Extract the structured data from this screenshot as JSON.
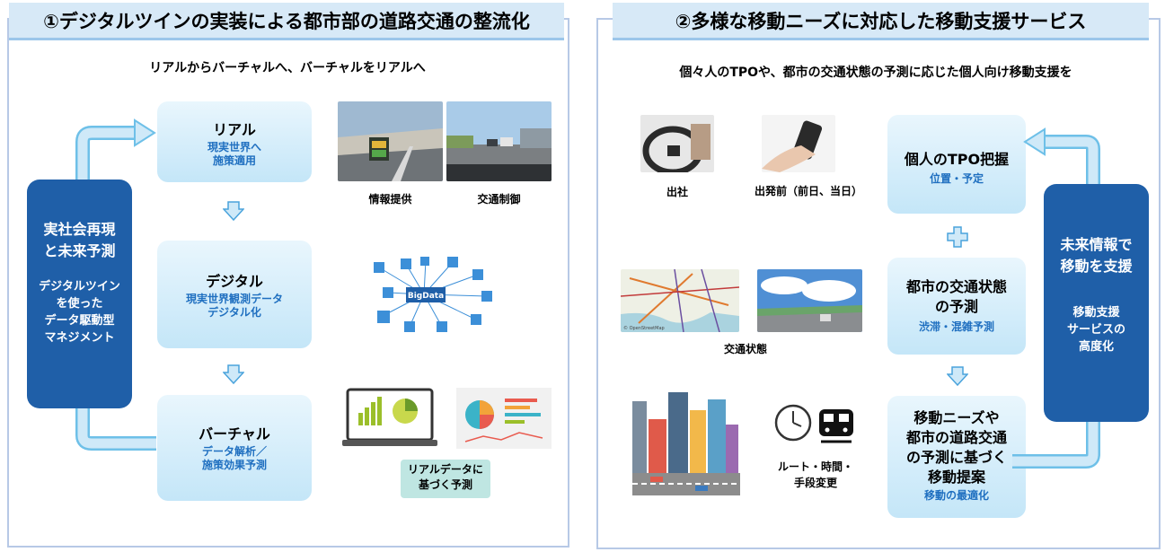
{
  "left": {
    "title": "①デジタルツインの実装による都市部の道路交通の整流化",
    "subtitle": "リアルからバーチャルへ、バーチャルをリアルへ",
    "cycle_box": {
      "title": "実社会再現\nと未来予測",
      "body": "デジタルツイン\nを使った\nデータ駆動型\nマネジメント"
    },
    "stages": [
      {
        "title": "リアル",
        "sub": "現実世界へ\n施策適用"
      },
      {
        "title": "デジタル",
        "sub": "現実世界観測データ\nデジタル化"
      },
      {
        "title": "バーチャル",
        "sub": "データ解析／\n施策効果予測"
      }
    ],
    "captions": {
      "info": "情報提供",
      "traffic": "交通制御"
    },
    "bigdata_label": "BigData",
    "prediction_tag": "リアルデータに\n基づく予測"
  },
  "right": {
    "title": "②多様な移動ニーズに対応した移動支援サービス",
    "subtitle": "個々人のTPOや、都市の交通状態の予測に応じた個人向け移動支援を",
    "captions": {
      "commute": "出社",
      "before": "出発前（前日、当日）",
      "traffic_state": "交通状態",
      "route": "ルート・時間・\n手段変更"
    },
    "map_credit": "© OpenStreetMap",
    "steps": [
      {
        "title": "個人のTPO把握",
        "sub": "位置・予定"
      },
      {
        "title": "都市の交通状態\nの予測",
        "sub": "渋滞・混雑予測"
      },
      {
        "title": "移動ニーズや\n都市の道路交通\nの予測に基づく\n移動提案",
        "sub": "移動の最適化"
      }
    ],
    "future_box": {
      "title": "未来情報で\n移動を支援",
      "body": "移動支援\nサービスの\n高度化"
    }
  }
}
